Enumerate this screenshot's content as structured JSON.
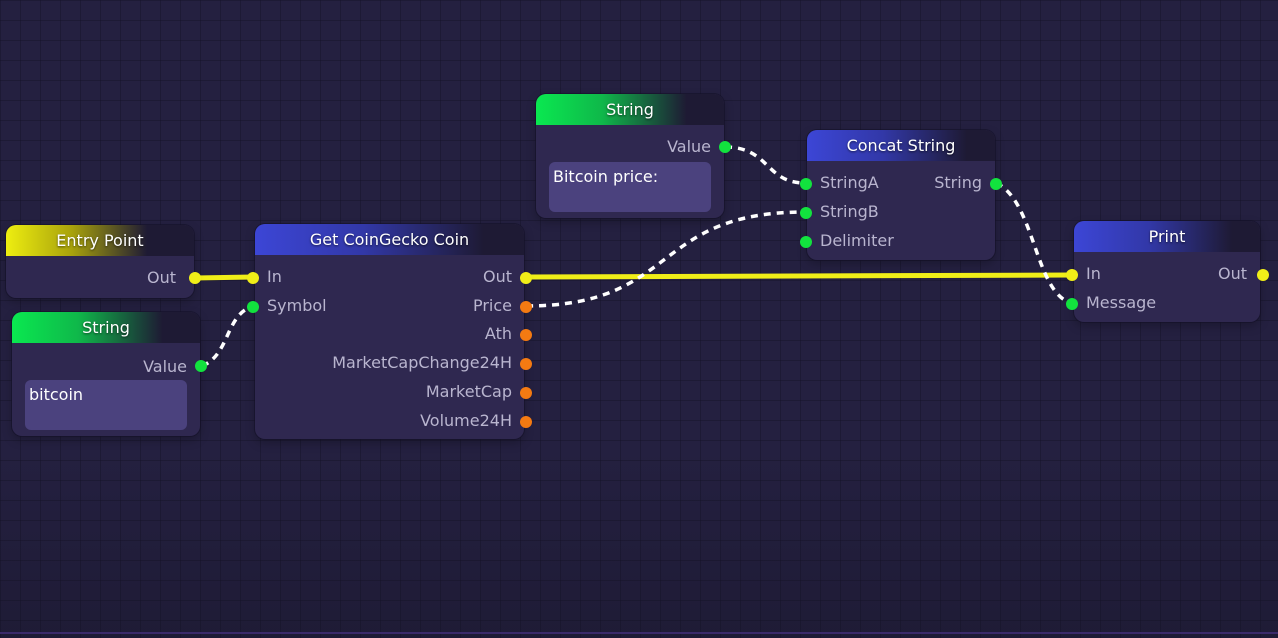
{
  "colors": {
    "exec_pin": "#f0ee18",
    "string_pin": "#12e23e",
    "number_pin": "#f47a12",
    "canvas_bg": "#242040",
    "node_body": "#2f2850",
    "text_box": "#4b427e"
  },
  "nodes": {
    "entry_point": {
      "title": "Entry Point",
      "outputs": [
        "Out"
      ]
    },
    "string_symbol": {
      "title": "String",
      "outputs": [
        "Value"
      ],
      "value": "bitcoin"
    },
    "get_coingecko": {
      "title": "Get CoinGecko Coin",
      "inputs": [
        "In",
        "Symbol"
      ],
      "outputs": [
        "Out",
        "Price",
        "Ath",
        "MarketCapChange24H",
        "MarketCap",
        "Volume24H"
      ]
    },
    "string_label": {
      "title": "String",
      "outputs": [
        "Value"
      ],
      "value": "Bitcoin price:"
    },
    "concat_string": {
      "title": "Concat String",
      "inputs": [
        "StringA",
        "StringB",
        "Delimiter"
      ],
      "outputs": [
        "String"
      ]
    },
    "print": {
      "title": "Print",
      "inputs": [
        "In",
        "Message"
      ],
      "outputs": [
        "Out"
      ]
    }
  },
  "connections": [
    {
      "from": "Entry Point.Out",
      "to": "Get CoinGecko Coin.In",
      "type": "exec"
    },
    {
      "from": "String(bitcoin).Value",
      "to": "Get CoinGecko Coin.Symbol",
      "type": "data"
    },
    {
      "from": "Get CoinGecko Coin.Out",
      "to": "Print.In",
      "type": "exec"
    },
    {
      "from": "Get CoinGecko Coin.Price",
      "to": "Concat String.StringB",
      "type": "data"
    },
    {
      "from": "String(Bitcoin price:).Value",
      "to": "Concat String.StringA",
      "type": "data"
    },
    {
      "from": "Concat String.String",
      "to": "Print.Message",
      "type": "data"
    }
  ]
}
